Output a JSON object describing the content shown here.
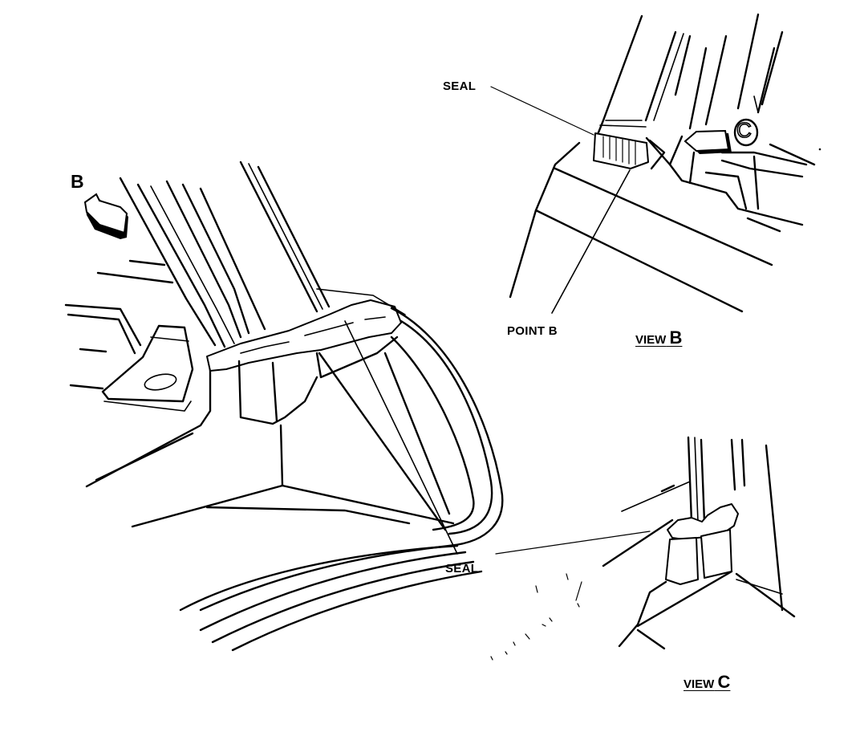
{
  "labels": {
    "arrow_b": "B",
    "seal_top": "SEAL",
    "point_b": "POINT B",
    "view_b_word": "VIEW",
    "view_b_letter": "B",
    "seal_bottom": "SEAL",
    "view_c_word": "VIEW",
    "view_c_letter": "C",
    "arrow_c": "C"
  },
  "colors": {
    "ink": "#000000",
    "paper": "#ffffff"
  }
}
